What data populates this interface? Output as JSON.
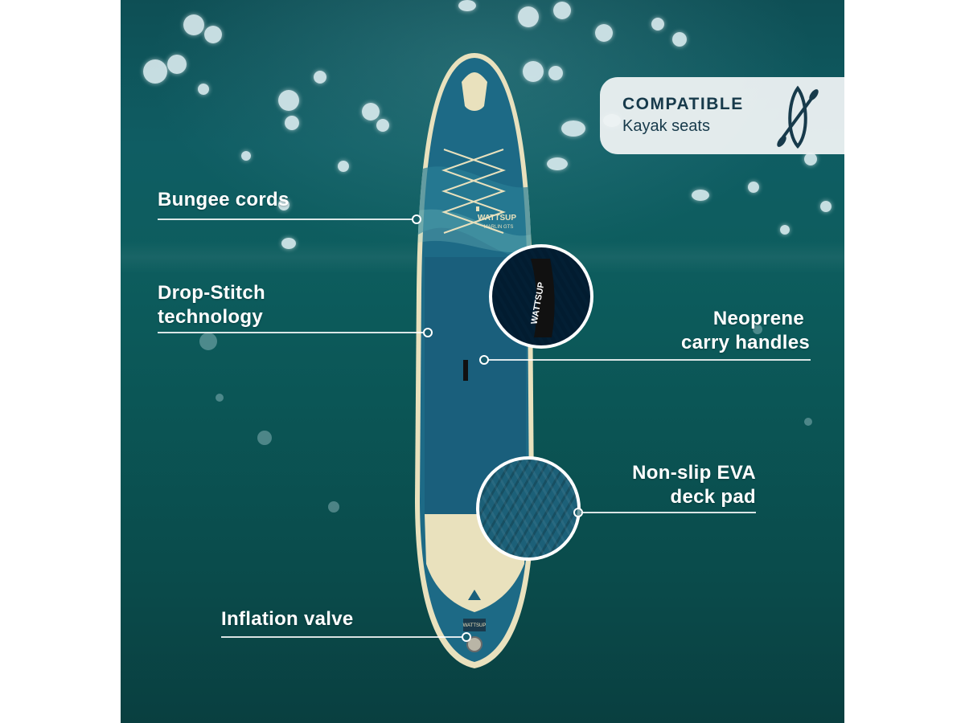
{
  "labels": {
    "bungee": "Bungee cords",
    "drop_stitch_line1": "Drop-Stitch",
    "drop_stitch_line2": "technology",
    "neoprene_line1": "Neoprene",
    "neoprene_line2": "carry handles",
    "evapad_line1": "Non-slip EVA",
    "evapad_line2": "deck pad",
    "valve": "Inflation valve"
  },
  "badge": {
    "title": "COMPATIBLE",
    "subtitle": "Kayak seats",
    "icon": "kayak-paddle-icon"
  },
  "board": {
    "brand": "WATTSUP",
    "model": "MARLIN GTS",
    "handle_brand": "WATTSUP",
    "tail_brand": "WATTSUP"
  },
  "colors": {
    "water": "#0d5d5e",
    "board_blue": "#1d6a86",
    "board_cream": "#e9e1bd",
    "badge_text": "#173a4b"
  }
}
